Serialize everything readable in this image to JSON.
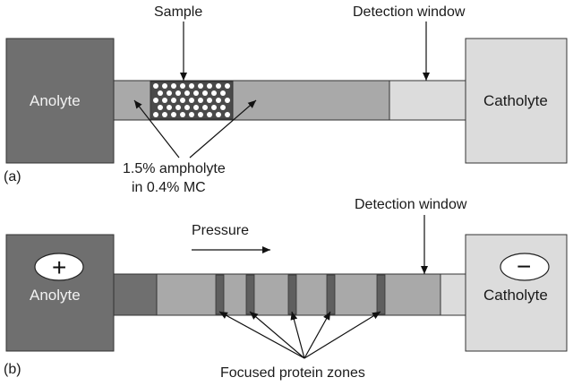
{
  "panel_a": {
    "tag": "(a)",
    "anolyte": "Anolyte",
    "catholyte": "Catholyte",
    "sample": "Sample",
    "detection_window": "Detection window",
    "medium_line1": "1.5% ampholyte",
    "medium_line2": "in 0.4% MC"
  },
  "panel_b": {
    "tag": "(b)",
    "anolyte": "Anolyte",
    "catholyte": "Catholyte",
    "anode_sign": "+",
    "cathode_sign": "−",
    "pressure": "Pressure",
    "detection_window": "Detection window",
    "zones_label": "Focused protein zones"
  },
  "colors": {
    "anolyte_fill": "#6f6f6f",
    "catholyte_fill": "#dcdcdc",
    "capillary_fill": "#a9a9a9",
    "capillary_light": "#c6c6c6",
    "zone_fill": "#5f5f5f",
    "outline": "#333333"
  }
}
